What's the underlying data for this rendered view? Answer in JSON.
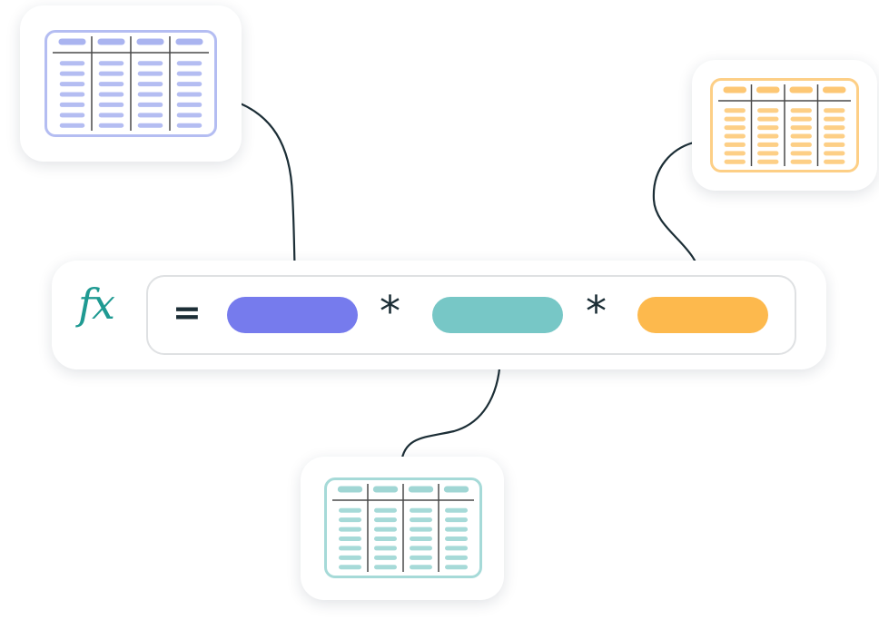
{
  "formula": {
    "fx_label": "fx",
    "equals": "=",
    "operators": [
      "*",
      "*"
    ],
    "operands": [
      {
        "name": "blue-operand",
        "color": "#767bed"
      },
      {
        "name": "teal-operand",
        "color": "#77c7c6"
      },
      {
        "name": "orange-operand",
        "color": "#fdb94d"
      }
    ]
  },
  "tables": [
    {
      "name": "blue-table",
      "border": "#b4bdf2",
      "fill": "#b4bdf2",
      "header": "#aab4f0",
      "columns": 4,
      "rows": 7
    },
    {
      "name": "orange-table",
      "border": "#fdcf86",
      "fill": "#fdcf86",
      "header": "#fdc774",
      "columns": 4,
      "rows": 7
    },
    {
      "name": "teal-table",
      "border": "#a6dad8",
      "fill": "#a6dad8",
      "header": "#a0d6d4",
      "columns": 4,
      "rows": 7
    }
  ],
  "colors": {
    "connector": "#1c2e36",
    "fx": "#1f9a92",
    "divider": "#4a4a4a"
  }
}
